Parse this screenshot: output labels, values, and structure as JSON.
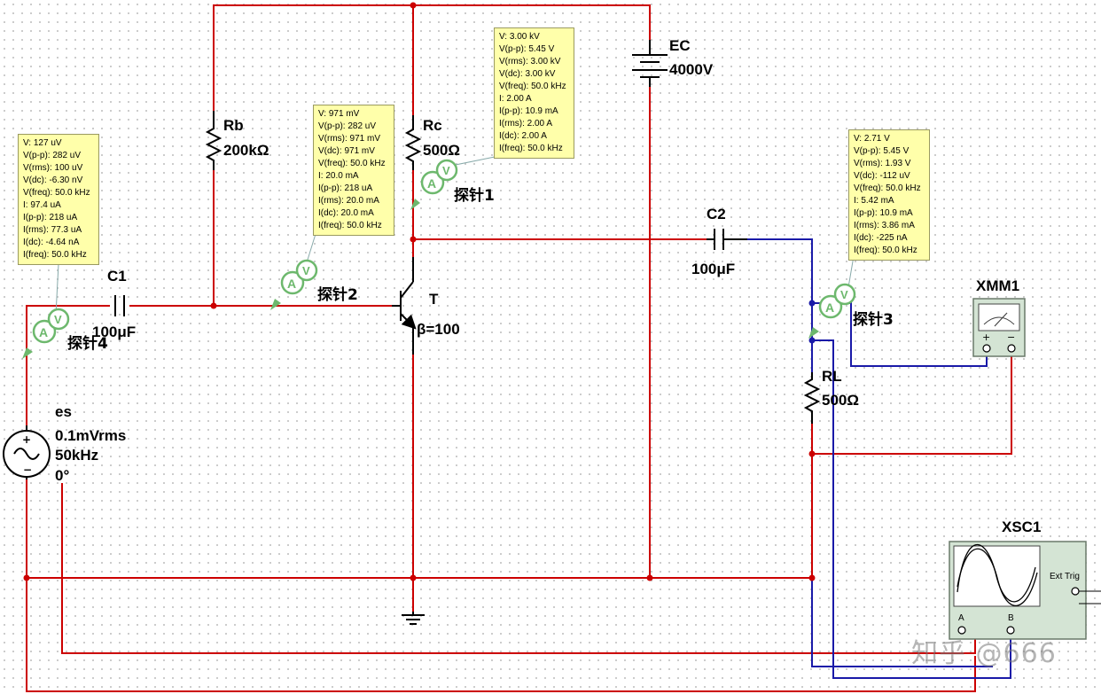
{
  "components": {
    "rb": {
      "name": "Rb",
      "value": "200kΩ"
    },
    "rc": {
      "name": "Rc",
      "value": "500Ω"
    },
    "ec": {
      "name": "EC",
      "value": "4000V"
    },
    "c1": {
      "name": "C1",
      "value": "100μF"
    },
    "c2": {
      "name": "C2",
      "value": "100μF"
    },
    "t": {
      "name": "T",
      "value": "β=100"
    },
    "rl": {
      "name": "RL",
      "value": "500Ω"
    },
    "es": {
      "name": "es",
      "line1": "0.1mVrms",
      "line2": "50kHz",
      "line3": "0°"
    },
    "xmm1": {
      "name": "XMM1",
      "plus": "+",
      "minus": "−"
    },
    "xsc1": {
      "name": "XSC1",
      "ext_trig": "Ext Trig",
      "a": "A",
      "b": "B"
    }
  },
  "probes": {
    "p1": {
      "label": "探针1",
      "readings": [
        "V: 3.00 kV",
        "V(p-p): 5.45 V",
        "V(rms): 3.00 kV",
        "V(dc): 3.00 kV",
        "V(freq): 50.0 kHz",
        "I: 2.00 A",
        "I(p-p): 10.9 mA",
        "I(rms): 2.00 A",
        "I(dc): 2.00 A",
        "I(freq): 50.0 kHz"
      ]
    },
    "p2": {
      "label": "探针2",
      "readings": [
        "V: 971 mV",
        "V(p-p): 282 uV",
        "V(rms): 971 mV",
        "V(dc): 971 mV",
        "V(freq): 50.0 kHz",
        "I: 20.0 mA",
        "I(p-p): 218 uA",
        "I(rms): 20.0 mA",
        "I(dc): 20.0 mA",
        "I(freq): 50.0 kHz"
      ]
    },
    "p3": {
      "label": "探针3",
      "readings": [
        "V: 2.71 V",
        "V(p-p): 5.45 V",
        "V(rms): 1.93 V",
        "V(dc): -112 uV",
        "V(freq): 50.0 kHz",
        "I: 5.42 mA",
        "I(p-p): 10.9 mA",
        "I(rms): 3.86 mA",
        "I(dc): -225 nA",
        "I(freq): 50.0 kHz"
      ]
    },
    "p4": {
      "label": "探针4",
      "readings": [
        "V: 127 uV",
        "V(p-p): 282 uV",
        "V(rms): 100 uV",
        "V(dc): -6.30 nV",
        "V(freq): 50.0 kHz",
        "I: 97.4 uA",
        "I(p-p): 218 uA",
        "I(rms): 77.3 uA",
        "I(dc): -4.64 nA",
        "I(freq): 50.0 kHz"
      ]
    },
    "probe_symbol": "V"
  },
  "watermark": "知乎 @666",
  "colors": {
    "wire_red": "#cc0000",
    "wire_blue": "#1a1aa8",
    "probe_green": "#6db86d",
    "probe_box": "#ffffaa"
  }
}
